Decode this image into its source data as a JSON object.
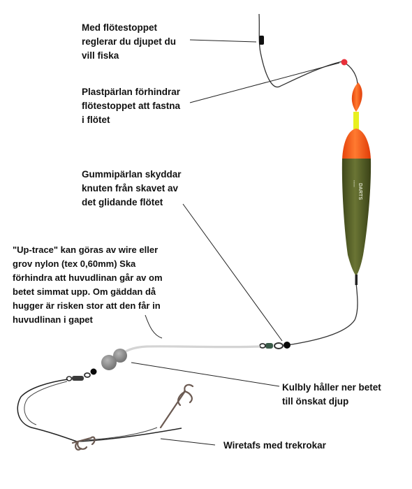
{
  "labels": {
    "stopper": "Med flötestoppet\nreglerar du djupet du\nvill fiska",
    "plastic_bead": "Plastpärlan förhindrar\nflötestoppet att fastna\ni flötet",
    "rubber_bead": "Gummipärlan skyddar\nknuten från skavet av\ndet glidande flötet",
    "up_trace": "\"Up-trace\"  kan göras av wire eller\ngrov nylon (tex 0,60mm) Ska\nförhindra att huvudlinan går av om\nbetet simmat upp. Om gäddan då\nhugger är risken stor att den får in\nhuvudlinan i gapet",
    "ball_weight": "Kulbly håller ner betet\ntill önskat djup",
    "wire_trace": "Wiretafs med trekrokar"
  },
  "float_brand": "DARTS",
  "colors": {
    "float_orange": "#ff5a14",
    "float_body": "#56612b",
    "float_band": "#e8f020",
    "bead_red": "#e8303a",
    "weight_grey": "#8d8d8d"
  }
}
